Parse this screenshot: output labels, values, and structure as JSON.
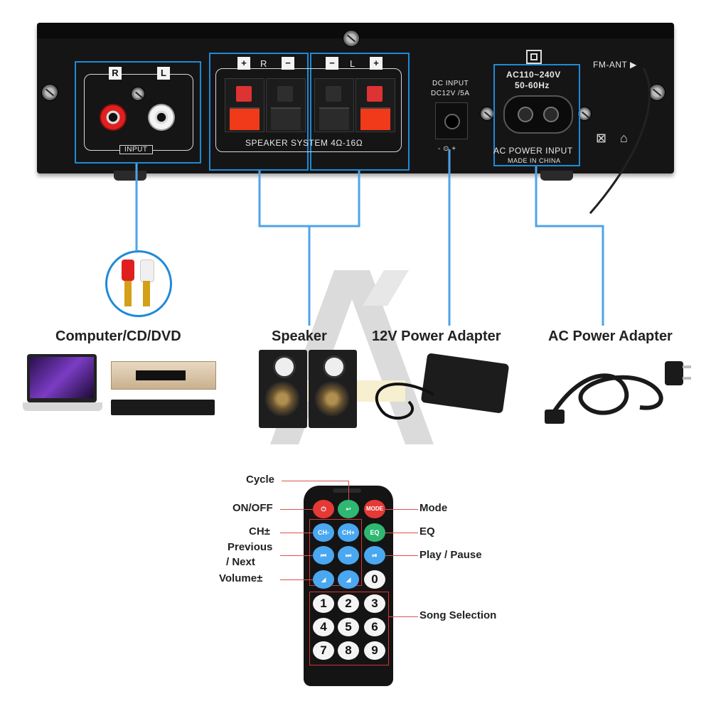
{
  "panel": {
    "input": {
      "r": "R",
      "l": "L",
      "label": "INPUT"
    },
    "speaker": {
      "plus": "+",
      "r": "R",
      "minus": "−",
      "l": "L",
      "label": "SPEAKER SYSTEM 4Ω-16Ω"
    },
    "dc": {
      "line1": "DC INPUT",
      "line2": "DC12V /5A"
    },
    "ac": {
      "line1": "AC110~240V",
      "line2": "50-60Hz",
      "label": "AC POWER INPUT",
      "made": "MADE IN CHINA"
    },
    "fm": "FM-ANT ▶"
  },
  "labels": {
    "computer": "Computer/CD/DVD",
    "speaker": "Speaker",
    "adapter12v": "12V Power Adapter",
    "ac_adapter": "AC Power Adapter"
  },
  "remote": {
    "cycle": "Cycle",
    "on_off": "ON/OFF",
    "ch": "CH±",
    "previous": "Previous",
    "next": "/ Next",
    "volume": "Volume±",
    "mode": "Mode",
    "eq": "EQ",
    "play_pause": "Play / Pause",
    "song_selection": "Song Selection",
    "buttons": {
      "mode": "MODE",
      "ch_minus": "CH-",
      "ch_plus": "CH+",
      "eq": "EQ",
      "n0": "0",
      "n1": "1",
      "n2": "2",
      "n3": "3",
      "n4": "4",
      "n5": "5",
      "n6": "6",
      "n7": "7",
      "n8": "8",
      "n9": "9"
    }
  },
  "colors": {
    "accent_blue": "#1f8ad6",
    "callout_red": "#d9534f",
    "remote_body": "#141414"
  }
}
